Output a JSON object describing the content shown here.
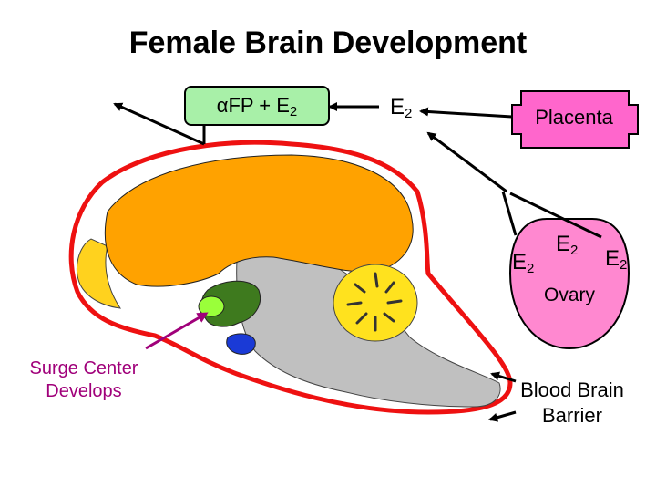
{
  "title": "Female Brain Development",
  "afp_label": {
    "prefix": "αFP + E",
    "sub": "2"
  },
  "e2_center": {
    "main": "E",
    "sub": "2"
  },
  "placenta": {
    "label": "Placenta",
    "color": "#ff66cc"
  },
  "ovary": {
    "label": "Ovary",
    "color": "#ff88d0",
    "e2_left": {
      "main": "E",
      "sub": "2"
    },
    "e2_mid": {
      "main": "E",
      "sub": "2"
    },
    "e2_right": {
      "main": "E",
      "sub": "2"
    }
  },
  "surge_center": {
    "line1": "Surge Center",
    "line2": "Develops",
    "color": "#a0007a"
  },
  "blood_brain_barrier": {
    "line1": "Blood Brain",
    "line2": "Barrier"
  },
  "colors": {
    "barrier": "#ee1111",
    "cortex": "#ffa200",
    "olfactory": "#ffd21e",
    "cerebellum": "#ffe21e",
    "brainstem": "#c0c0c0",
    "hypothalamus": "#3e7a1e",
    "surge_nucleus": "#9aff3a",
    "pituitary": "#1a3ad6",
    "afp_box": "#a8f0a8"
  }
}
